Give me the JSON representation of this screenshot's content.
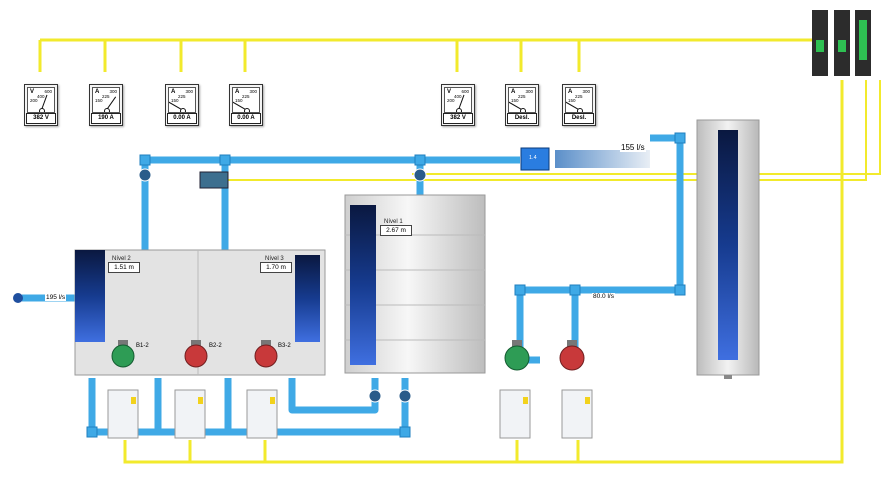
{
  "meters": [
    {
      "id": "v1",
      "letter": "V",
      "scale_hi": "600",
      "scale_mid": "400",
      "scale_low": "200",
      "reading": "382 V",
      "angle": 20
    },
    {
      "id": "a1",
      "letter": "A",
      "scale_hi": "300",
      "scale_mid": "225",
      "scale_low": "150",
      "reading": "190 A",
      "angle": 35
    },
    {
      "id": "a2",
      "letter": "A",
      "scale_hi": "300",
      "scale_mid": "225",
      "scale_low": "150",
      "reading": "0.00 A",
      "angle": -60
    },
    {
      "id": "a3",
      "letter": "A",
      "scale_hi": "300",
      "scale_mid": "225",
      "scale_low": "150",
      "reading": "0.00 A",
      "angle": -60
    },
    {
      "id": "v2",
      "letter": "V",
      "scale_hi": "600",
      "scale_mid": "400",
      "scale_low": "200",
      "reading": "382 V",
      "angle": 20
    },
    {
      "id": "a4",
      "letter": "A",
      "scale_hi": "300",
      "scale_mid": "225",
      "scale_low": "150",
      "reading": "Desl.",
      "angle": -60
    },
    {
      "id": "a5",
      "letter": "A",
      "scale_hi": "300",
      "scale_mid": "225",
      "scale_low": "150",
      "reading": "Desl.",
      "angle": -60
    }
  ],
  "tanks": {
    "left_level_2": {
      "label": "Nível 2",
      "value": "1.51 m"
    },
    "left_level_3": {
      "label": "Nível 3",
      "value": "1.70 m"
    },
    "mid_level_1": {
      "label": "Nível 1",
      "value": "2.67 m"
    }
  },
  "flows": {
    "inlet": "195 l/s",
    "discharge": "155 l/s",
    "riser": "80.0 l/s",
    "sensor": "1.4"
  },
  "pumps": {
    "b1": "B1-2",
    "b2": "B2-2",
    "b3": "B3-2"
  },
  "colors": {
    "pipe": "#3fa9e6",
    "pipe_dark": "#1f7fbf",
    "signal": "#f2ea2c",
    "pump_green": "#2e9c55",
    "pump_red": "#c8393a",
    "tank_body": "#e9e9e9"
  }
}
